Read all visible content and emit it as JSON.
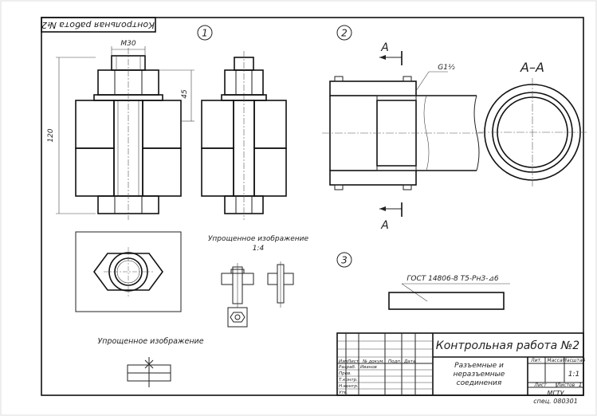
{
  "frame": {
    "corner_label": "Контрольная работа №2"
  },
  "task1": {
    "number": "1",
    "dim_thread": "M30",
    "dim_height": "120",
    "dim_nut": "45",
    "simplified_label_line1": "Упрощенное изображение",
    "simplified_label_line2": "1:4",
    "simplified_weld_label": "Упрощенное изображение"
  },
  "task2": {
    "number": "2",
    "section_mark": "А",
    "section_title": "А–А",
    "thread_label": "G1½"
  },
  "task3": {
    "number": "3",
    "weld_designation": "ГОСТ 14806-8 Т5-РнЗ-⊿6"
  },
  "title_block": {
    "title": "Контрольная работа №2",
    "name_line1": "Разъемные и",
    "name_line2": "неразъемные",
    "name_line3": "соединения",
    "col_headers": [
      "Изм",
      "Лист",
      "№ докум.",
      "Подп.",
      "Дата"
    ],
    "row_labels": [
      "Разраб.",
      "Пров.",
      "Т.контр.",
      "",
      "Н.контр.",
      "Утв."
    ],
    "developer": "Иванов",
    "lit_label": "Лит.",
    "mass_label": "Масса",
    "scale_label": "Масштаб",
    "scale_value": "1:1",
    "sheet_label": "Лист",
    "sheets_label": "Листов",
    "sheets_value": "1",
    "org_line1": "МГТУ",
    "org_line2": "спец. 080301"
  }
}
